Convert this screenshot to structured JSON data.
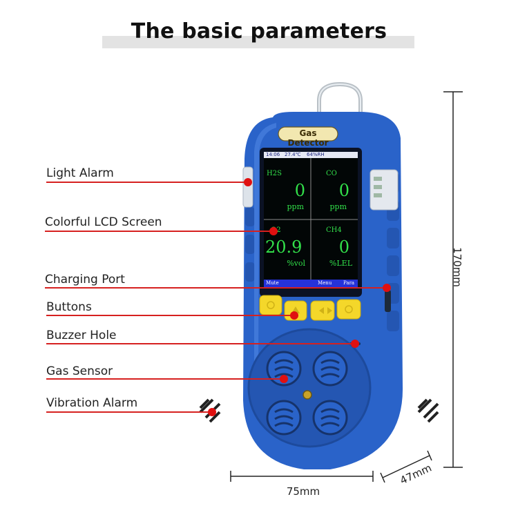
{
  "header": {
    "title": "The basic parameters"
  },
  "device": {
    "badge": "Gas Detector",
    "status_bar": {
      "time": "14:06",
      "temperature": "27.4℃",
      "humidity": "64%RH"
    },
    "channels": [
      {
        "gas": "H2S",
        "value": "0",
        "unit": "ppm"
      },
      {
        "gas": "CO",
        "value": "0",
        "unit": "ppm"
      },
      {
        "gas": "O2",
        "value": "20.9",
        "unit": "%vol"
      },
      {
        "gas": "CH4",
        "value": "0",
        "unit": "%LEL"
      }
    ],
    "softkeys": {
      "left": "Mute",
      "middle": "Menu",
      "right": "Para"
    }
  },
  "callouts": [
    {
      "label": "Light Alarm"
    },
    {
      "label": "Colorful LCD Screen"
    },
    {
      "label": "Charging Port"
    },
    {
      "label": "Buttons"
    },
    {
      "label": "Buzzer Hole"
    },
    {
      "label": "Gas Sensor"
    },
    {
      "label": "Vibration Alarm"
    }
  ],
  "dimensions": {
    "height": "170mm",
    "width": "75mm",
    "depth": "47mm"
  },
  "colors": {
    "callout_line": "#d6201f",
    "device_body": "#2a63c9",
    "button": "#f4d72a"
  }
}
